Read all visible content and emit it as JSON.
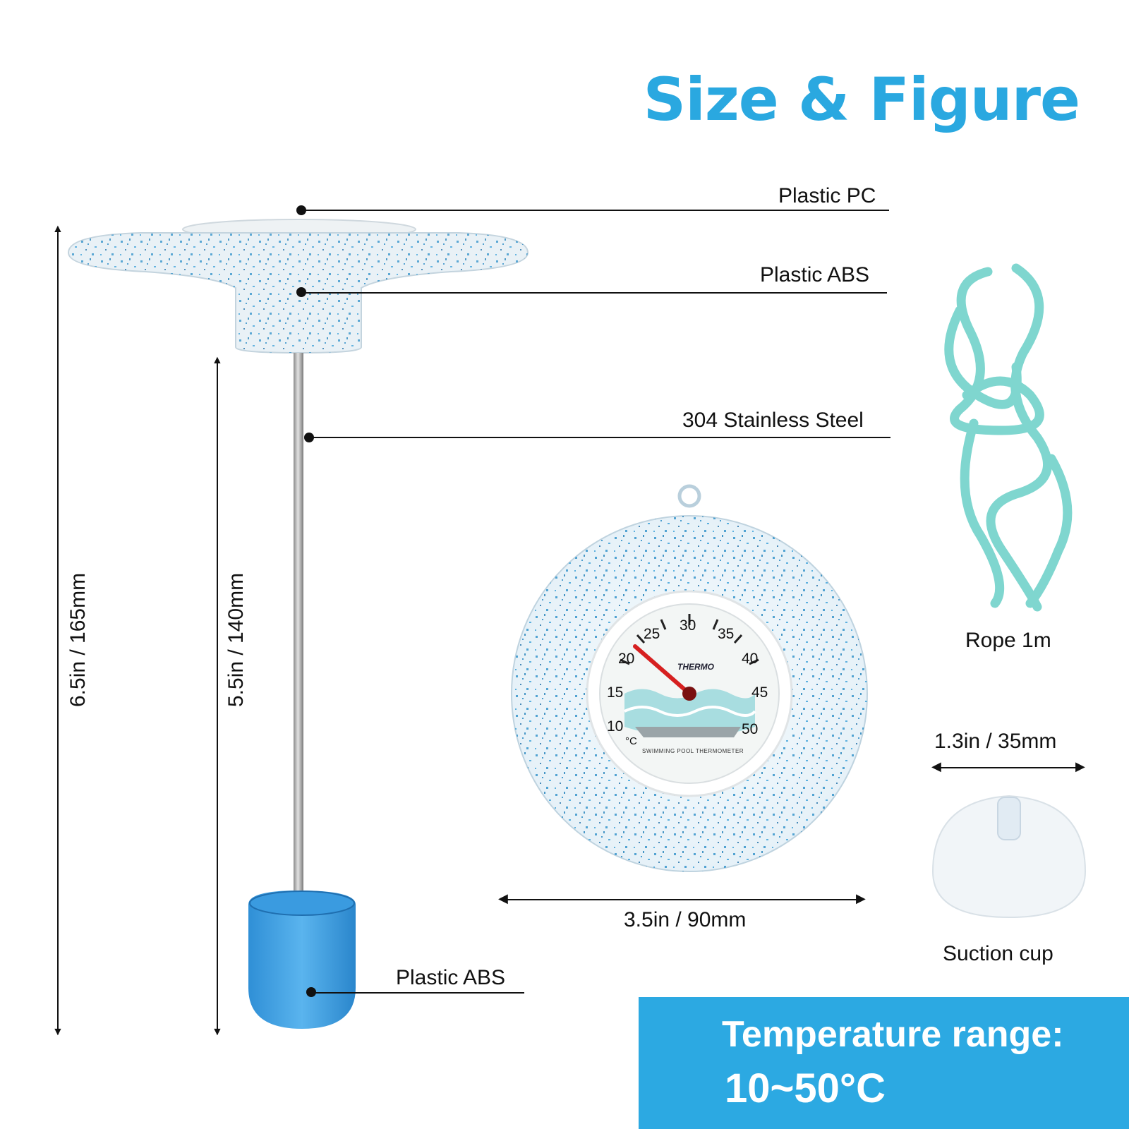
{
  "title": "Size & Figure",
  "callouts": {
    "top_cover": "Plastic PC",
    "float_body": "Plastic ABS",
    "stem": "304 Stainless Steel",
    "bottom_cap": "Plastic ABS"
  },
  "dimensions": {
    "total_height": "6.5in / 165mm",
    "stem_height": "5.5in / 140mm",
    "disc_diameter": "3.5in / 90mm",
    "suction_cup_diameter": "1.3in / 35mm"
  },
  "accessories": {
    "rope": "Rope 1m",
    "suction_cup": "Suction cup"
  },
  "dial": {
    "scale_numbers": [
      "10",
      "15",
      "20",
      "25",
      "30",
      "35",
      "40",
      "45",
      "50"
    ],
    "unit": "°C",
    "brand": "THERMO",
    "caption": "SWIMMING POOL THERMOMETER"
  },
  "banner": {
    "line1": "Temperature range:",
    "line2": "10~50°C"
  },
  "colors": {
    "accent": "#2aa8e0",
    "banner": "#2ca9e2",
    "rope": "#7fd6cf",
    "cap": "#3d9ee0",
    "needle": "#d62020"
  }
}
